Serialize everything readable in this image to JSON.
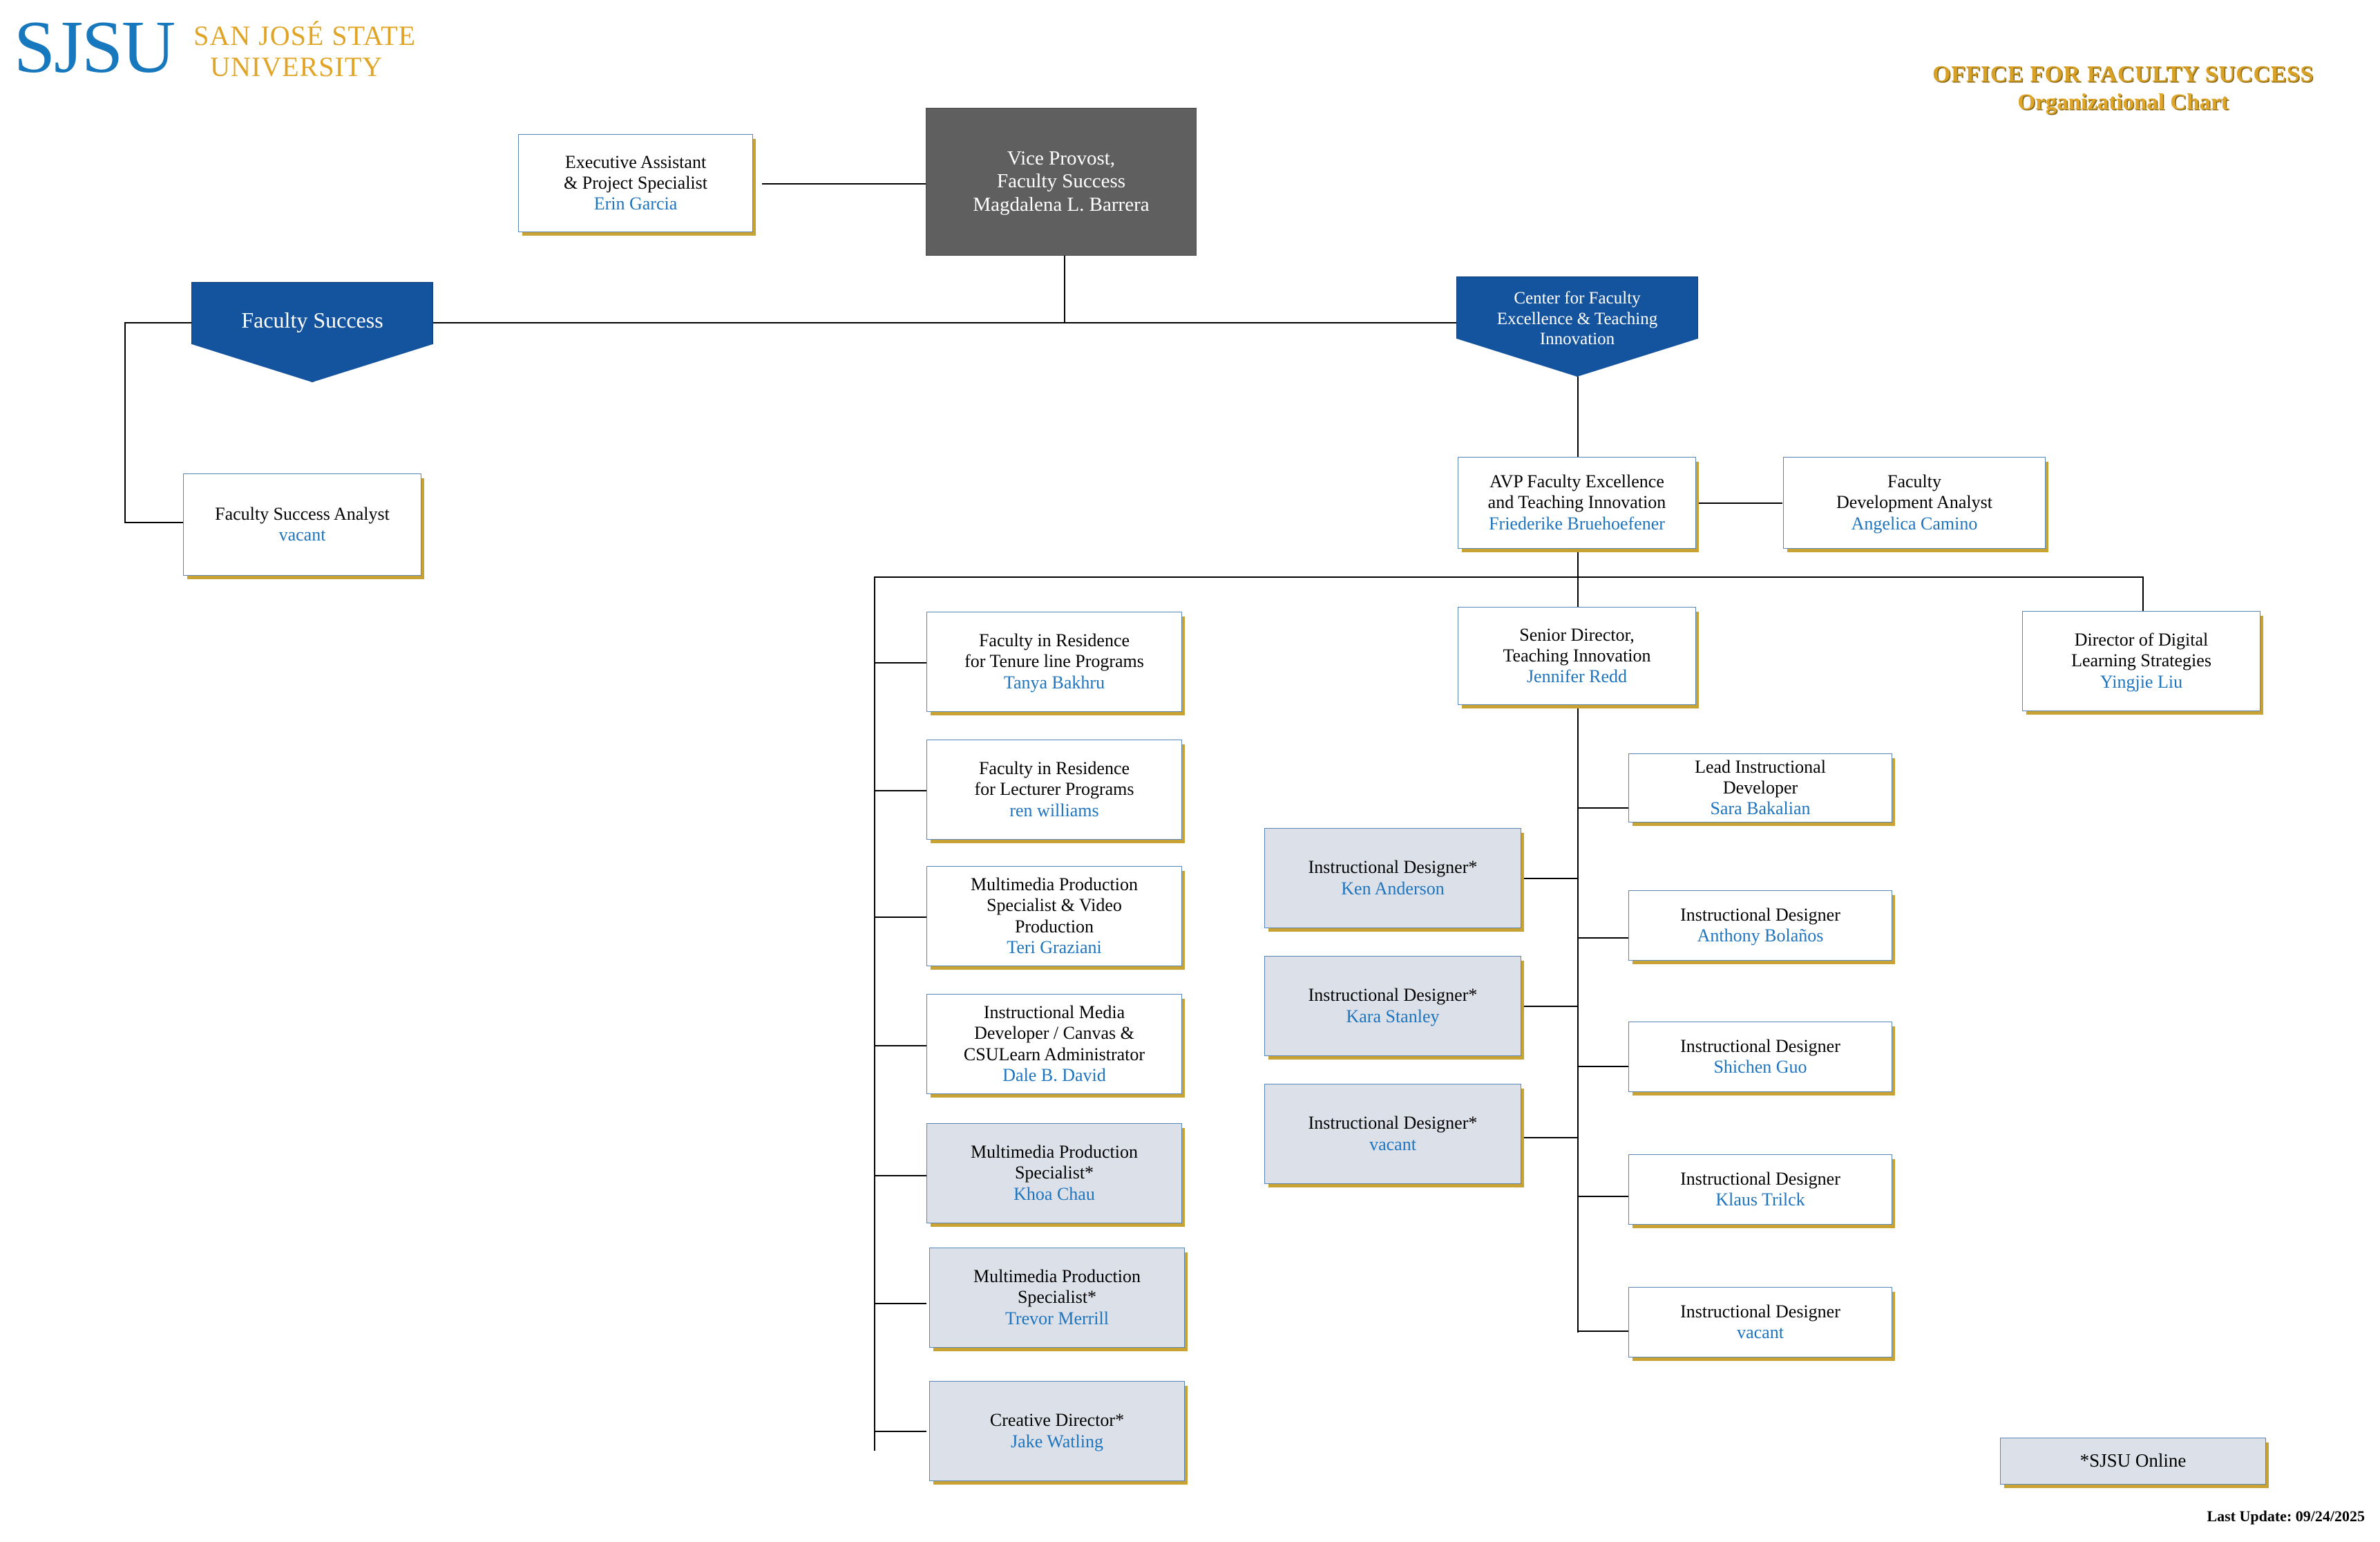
{
  "logo": {
    "mark": "SJSU",
    "line1": "SAN JOSÉ STATE",
    "line2": "UNIVERSITY",
    "mark_color": "#1878BE",
    "words_color": "#E0A526"
  },
  "header": {
    "title": "OFFICE FOR FACULTY SUCCESS",
    "subtitle": "Organizational Chart",
    "title_color": "#D9A227"
  },
  "colors": {
    "banner_blue": "#14539E",
    "box_border": "#5A86B5",
    "box_shadow_gold": "#C8A233",
    "name_blue": "#1F74BE",
    "gray_fill": "#DCE0E8",
    "vp_fill": "#5F5F5F"
  },
  "nodes": {
    "exec_assistant": {
      "role_line1": "Executive Assistant",
      "role_line2": "& Project Specialist",
      "person": "Erin Garcia"
    },
    "vice_provost": {
      "role_line1": "Vice Provost,",
      "role_line2": "Faculty Success",
      "person": "Magdalena L. Barrera"
    },
    "banner_faculty_success": {
      "label": "Faculty Success"
    },
    "banner_center": {
      "line1": "Center for Faculty",
      "line2": "Excellence & Teaching",
      "line3": "Innovation"
    },
    "faculty_success_analyst": {
      "role_line1": "Faculty Success Analyst",
      "person": "vacant"
    },
    "avp": {
      "role_line1": "AVP Faculty Excellence",
      "role_line2": "and Teaching Innovation",
      "person": "Friederike Bruehoefener"
    },
    "faculty_dev_analyst": {
      "role_line1": "Faculty",
      "role_line2": "Development Analyst",
      "person": "Angelica Camino"
    },
    "fir_tenure": {
      "role_line1": "Faculty in Residence",
      "role_line2": "for Tenure line Programs",
      "person": "Tanya Bakhru"
    },
    "fir_lecturer": {
      "role_line1": "Faculty in Residence",
      "role_line2": "for Lecturer Programs",
      "person": "ren williams"
    },
    "multimedia_video": {
      "role_line1": "Multimedia Production",
      "role_line2": "Specialist & Video",
      "role_line3": "Production",
      "person": "Teri Graziani"
    },
    "instructional_media_dev": {
      "role_line1": "Instructional Media",
      "role_line2": "Developer / Canvas &",
      "role_line3": "CSULearn Administrator",
      "person": "Dale B. David"
    },
    "multimedia_khoa": {
      "role_line1": "Multimedia Production",
      "role_line2": "Specialist*",
      "person": "Khoa Chau"
    },
    "multimedia_trevor": {
      "role_line1": "Multimedia Production",
      "role_line2": "Specialist*",
      "person": "Trevor Merrill"
    },
    "creative_director": {
      "role_line1": "Creative Director*",
      "person": "Jake Watling"
    },
    "senior_director": {
      "role_line1": "Senior Director,",
      "role_line2": "Teaching Innovation",
      "person": "Jennifer Redd"
    },
    "director_digital": {
      "role_line1": "Director of Digital",
      "role_line2": "Learning Strategies",
      "person": "Yingjie Liu"
    },
    "id_ken": {
      "role_line1": "Instructional Designer*",
      "person": "Ken Anderson"
    },
    "id_kara": {
      "role_line1": "Instructional Designer*",
      "person": "Kara Stanley"
    },
    "id_vacant_star": {
      "role_line1": "Instructional Designer*",
      "person": "vacant"
    },
    "lead_instr_dev": {
      "role_line1": "Lead Instructional",
      "role_line2": "Developer",
      "person": "Sara Bakalian"
    },
    "id_anthony": {
      "role_line1": "Instructional Designer",
      "person": "Anthony Bolaños"
    },
    "id_shichen": {
      "role_line1": "Instructional Designer",
      "person": "Shichen Guo"
    },
    "id_klaus": {
      "role_line1": "Instructional Designer",
      "person": "Klaus Trilck"
    },
    "id_vacant": {
      "role_line1": "Instructional Designer",
      "person": "vacant"
    }
  },
  "legend": {
    "label": "*SJSU  Online"
  },
  "footer": {
    "last_update": "Last Update: 09/24/2025"
  }
}
